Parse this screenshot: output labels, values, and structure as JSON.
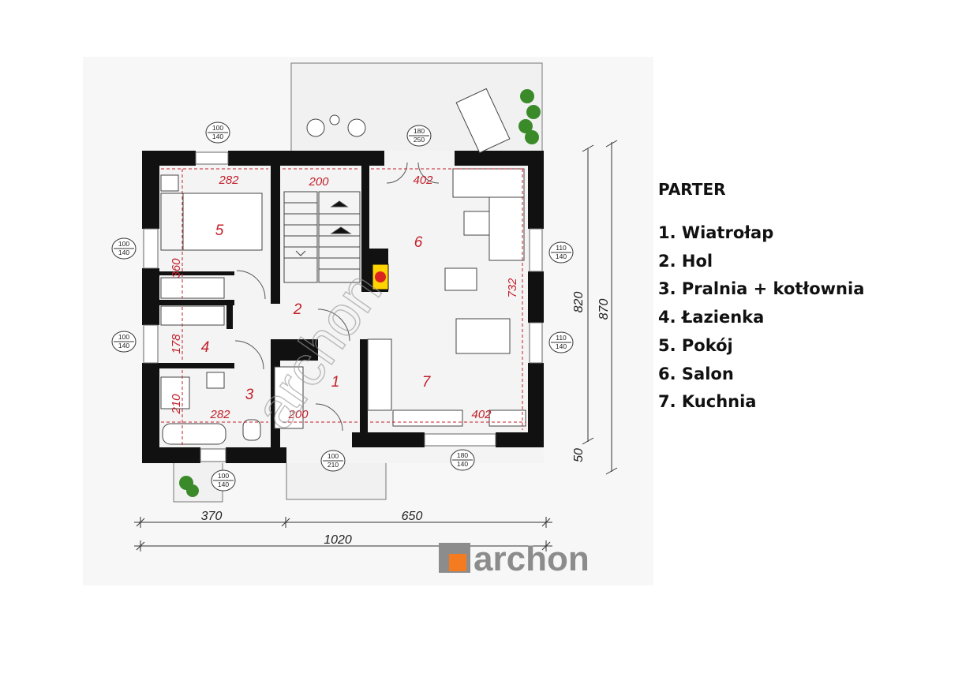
{
  "legend": {
    "title": "PARTER",
    "items": [
      "1. Wiatrołap",
      "2. Hol",
      "3. Pralnia + kotłownia",
      "4. Łazienka",
      "5. Pokój",
      "6. Salon",
      "7. Kuchnia"
    ]
  },
  "rooms": {
    "r1": "1",
    "r2": "2",
    "r3": "3",
    "r4": "4",
    "r5": "5",
    "r6": "6",
    "r7": "7"
  },
  "room_dims": {
    "d5_width": "282",
    "d_stairs_width": "200",
    "d6_width": "402",
    "d5_height": "360",
    "d4_height": "178",
    "d3_height": "210",
    "d3_width": "282",
    "d1_width": "200",
    "d7_width": "402",
    "d67_height": "732"
  },
  "windows": {
    "w_top_left": [
      "100",
      "140"
    ],
    "w_terrace_door": [
      "180",
      "250"
    ],
    "w_left_1": [
      "100",
      "140"
    ],
    "w_left_2": [
      "100",
      "140"
    ],
    "w_right_1": [
      "110",
      "140"
    ],
    "w_right_2": [
      "110",
      "140"
    ],
    "w_entry_door": [
      "100",
      "210"
    ],
    "w_bottom_left": [
      "100",
      "140"
    ],
    "w_bottom_right": [
      "180",
      "140"
    ]
  },
  "overall_dims": {
    "left_part": "370",
    "right_part": "650",
    "total_width": "1020",
    "height_inner": "820",
    "height_total": "870",
    "height_porch": "50"
  },
  "watermark": "archon",
  "logo": {
    "text": "archon",
    "accent_color": "#f47b20",
    "text_color": "#8c8c8c"
  },
  "colors": {
    "wall": "#111111",
    "dimension": "#c2202b",
    "line": "#333333"
  }
}
